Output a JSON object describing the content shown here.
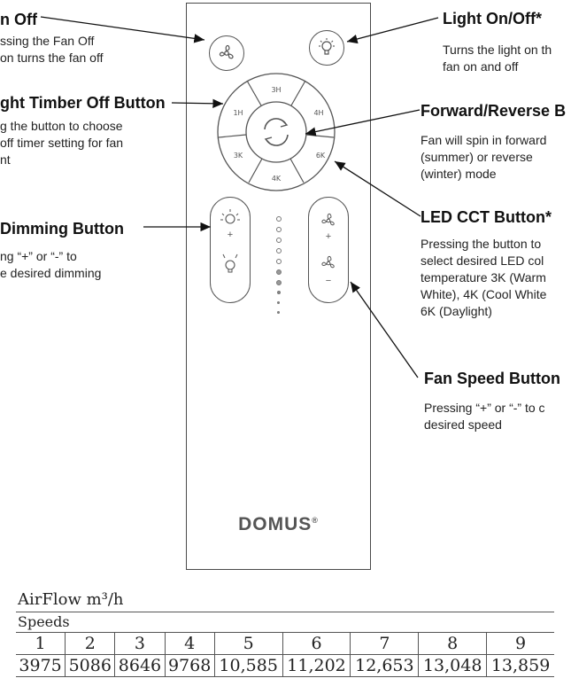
{
  "annotations": {
    "fan_off": {
      "title": "n Off",
      "lines": [
        "ssing the Fan Off",
        "on turns the fan off"
      ]
    },
    "light_timer": {
      "title": "ght Timber Off Button",
      "lines": [
        "g the button to choose",
        " off timer setting for fan",
        "nt"
      ]
    },
    "dimming": {
      "title": " Dimming Button",
      "lines": [
        "ng “+” or “-” to",
        "e desired dimming"
      ]
    },
    "light_onoff": {
      "title": "Light On/Off*",
      "lines": [
        "Turns the light on th",
        "fan on and off"
      ]
    },
    "forward_reverse": {
      "title": "Forward/Reverse B",
      "lines": [
        "Fan will spin in forward",
        "(summer) or reverse",
        "(winter) mode"
      ]
    },
    "led_cct": {
      "title": "LED CCT Button*",
      "lines": [
        "Pressing the button to",
        "select desired LED col",
        "temperature 3K (Warm",
        "White), 4K (Cool White",
        "6K (Daylight)"
      ]
    },
    "fan_speed": {
      "title": "Fan Speed Button",
      "lines": [
        "Pressing “+” or “-” to c",
        "desired speed"
      ]
    }
  },
  "remote": {
    "brand": "DOMUS",
    "brand_mark": "®",
    "ring_labels": {
      "top": "3H",
      "top_right": "4H",
      "right": "6K",
      "bottom": "4K",
      "left": "3K",
      "top_left": "1H"
    },
    "plus_label": "+",
    "minus_label": "−"
  },
  "airflow": {
    "title": "AirFlow m³/h",
    "subtitle": "Speeds",
    "speeds": [
      "1",
      "2",
      "3",
      "4",
      "5",
      "6",
      "7",
      "8",
      "9"
    ],
    "values": [
      "3975",
      "5086",
      "8646",
      "9768",
      "10,585",
      "11,202",
      "12,653",
      "13,048",
      "13,859"
    ]
  }
}
